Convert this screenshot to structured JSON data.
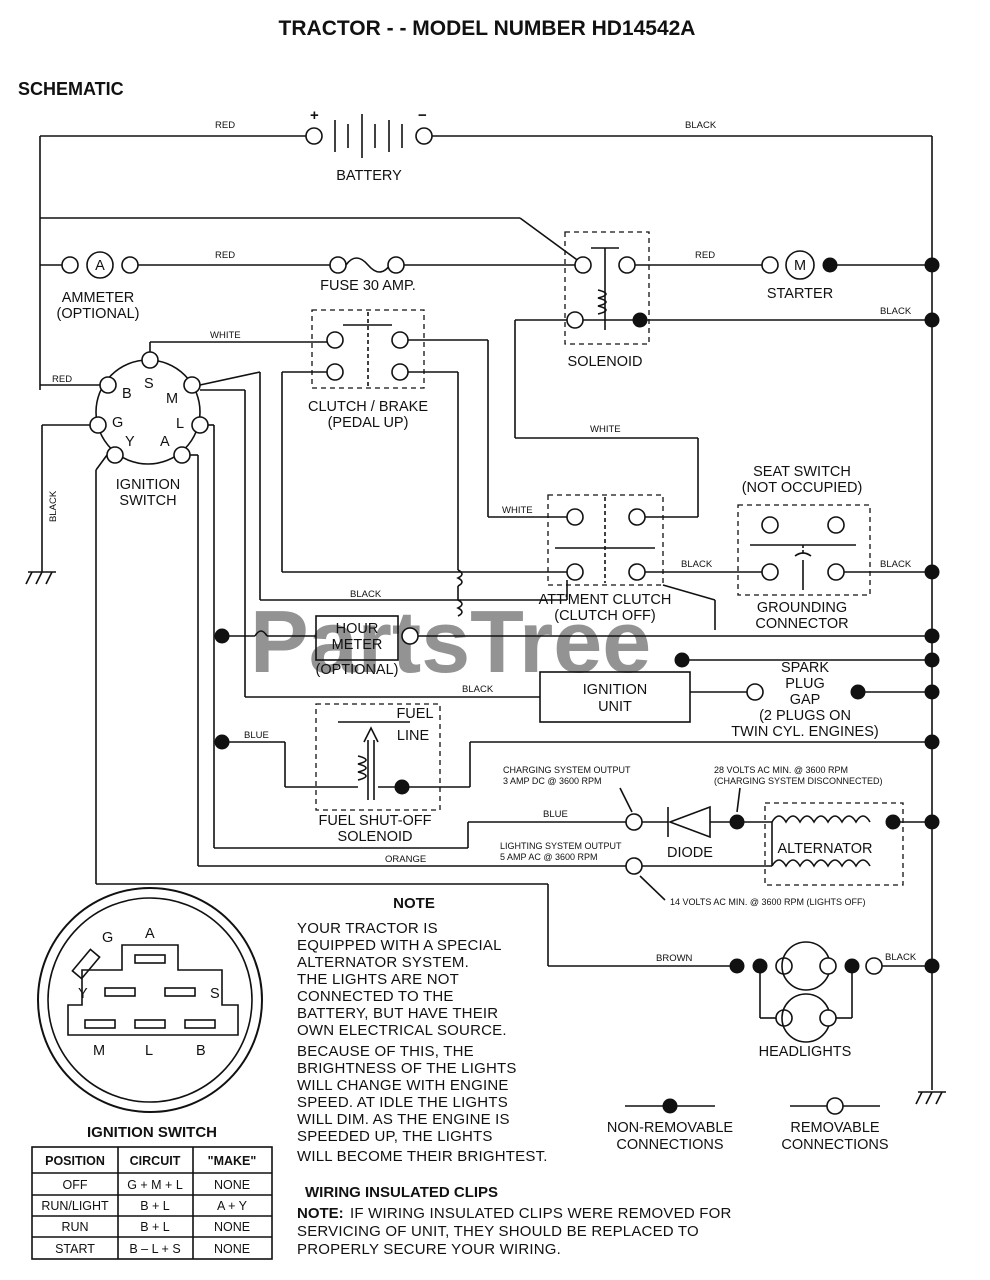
{
  "title": "TRACTOR - - MODEL NUMBER HD14542A",
  "section": "SCHEMATIC",
  "watermark": "PartsTree",
  "components": {
    "battery": "BATTERY",
    "battery_pos": "+",
    "battery_neg": "−",
    "ammeter": "AMMETER",
    "ammeter_opt": "(OPTIONAL)",
    "ammeter_symbol": "A",
    "fuse": "FUSE 30 AMP.",
    "starter": "STARTER",
    "starter_symbol": "M",
    "solenoid": "SOLENOID",
    "clutch_brake": "CLUTCH / BRAKE",
    "clutch_brake_state": "(PEDAL UP)",
    "ignition_switch": "IGNITION",
    "ignition_switch_2": "SWITCH",
    "seat_switch": "SEAT SWITCH",
    "seat_switch_state": "(NOT OCCUPIED)",
    "attment_clutch": "ATT'MENT CLUTCH",
    "attment_clutch_state": "(CLUTCH OFF)",
    "grounding_connector": "GROUNDING",
    "grounding_connector_2": "CONNECTOR",
    "hour_meter": "HOUR",
    "hour_meter_2": "METER",
    "hour_meter_opt": "(OPTIONAL)",
    "ignition_unit": "IGNITION",
    "ignition_unit_2": "UNIT",
    "spark_plug_1": "SPARK",
    "spark_plug_2": "PLUG",
    "spark_plug_3": "GAP",
    "spark_plug_4": "(2 PLUGS ON",
    "spark_plug_5": "TWIN CYL. ENGINES)",
    "fuel_line": "FUEL",
    "fuel_line_2": "LINE",
    "fuel_solenoid": "FUEL SHUT-OFF",
    "fuel_solenoid_2": "SOLENOID",
    "diode": "DIODE",
    "alternator": "ALTERNATOR",
    "headlights": "HEADLIGHTS"
  },
  "wires": {
    "red": "RED",
    "black": "BLACK",
    "white": "WHITE",
    "blue": "BLUE",
    "orange": "ORANGE",
    "brown": "BROWN"
  },
  "switch_letters": {
    "b": "B",
    "s": "S",
    "m": "M",
    "g": "G",
    "l": "L",
    "y": "Y",
    "a": "A"
  },
  "annotations": {
    "charging_1": "CHARGING SYSTEM OUTPUT",
    "charging_2": "3 AMP DC @ 3600 RPM",
    "ac28_1": "28 VOLTS AC MIN. @ 3600 RPM",
    "ac28_2": "(CHARGING SYSTEM DISCONNECTED)",
    "lighting_1": "LIGHTING SYSTEM OUTPUT",
    "lighting_2": "5 AMP AC @ 3600 RPM",
    "ac14": "14 VOLTS AC MIN. @ 3600 RPM (LIGHTS OFF)"
  },
  "note": {
    "heading": "NOTE",
    "lines": [
      "YOUR TRACTOR IS",
      "EQUIPPED WITH A SPECIAL",
      "ALTERNATOR SYSTEM.",
      "THE LIGHTS ARE NOT",
      "CONNECTED TO THE",
      "BATTERY, BUT HAVE THEIR",
      "OWN ELECTRICAL SOURCE.",
      "BECAUSE OF THIS, THE",
      "BRIGHTNESS OF THE LIGHTS",
      "WILL CHANGE WITH ENGINE",
      "SPEED.  AT IDLE THE LIGHTS",
      "WILL DIM.  AS THE ENGINE IS",
      "SPEEDED UP, THE LIGHTS",
      "WILL BECOME THEIR BRIGHTEST."
    ]
  },
  "legend": {
    "non_removable_1": "NON-REMOVABLE",
    "non_removable_2": "CONNECTIONS",
    "removable_1": "REMOVABLE",
    "removable_2": "CONNECTIONS"
  },
  "clips": {
    "heading": "WIRING INSULATED CLIPS",
    "note_label": "NOTE:",
    "lines": [
      "IF WIRING INSULATED CLIPS WERE REMOVED FOR",
      "SERVICING OF UNIT, THEY SHOULD BE REPLACED TO",
      "PROPERLY SECURE YOUR WIRING."
    ]
  },
  "ignition_table": {
    "title": "IGNITION SWITCH",
    "headers": [
      "POSITION",
      "CIRCUIT",
      "\"MAKE\""
    ],
    "rows": [
      [
        "OFF",
        "G + M + L",
        "NONE"
      ],
      [
        "RUN/LIGHT",
        "B + L",
        "A + Y"
      ],
      [
        "RUN",
        "B + L",
        "NONE"
      ],
      [
        "START",
        "B – L + S",
        "NONE"
      ]
    ]
  },
  "switch_face_letters": {
    "g": "G",
    "a": "A",
    "y": "Y",
    "s": "S",
    "m": "M",
    "l": "L",
    "b": "B"
  }
}
